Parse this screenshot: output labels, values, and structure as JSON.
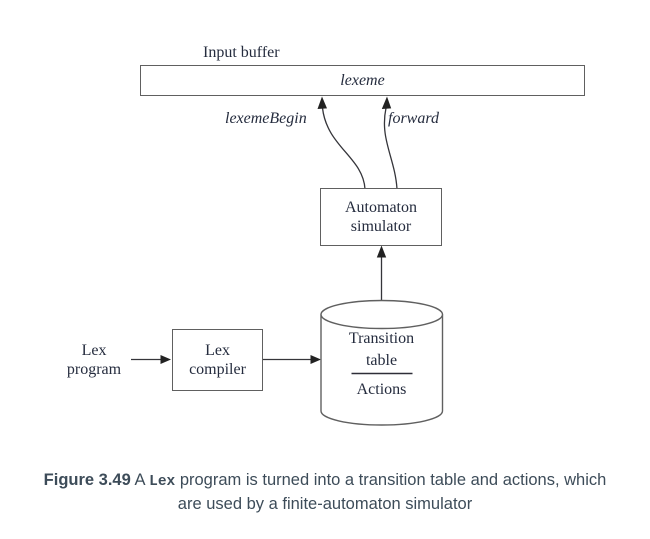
{
  "page": {
    "background_color": "#ffffff",
    "diagram_text_color": "#252c3e",
    "shape_stroke_color": "#606060",
    "arrow_color": "#35353a",
    "caption_text_color": "#3d4c59"
  },
  "diagram": {
    "input_buffer_label": "Input buffer",
    "buffer_text": "lexeme",
    "pointer_left_label": "lexemeBegin",
    "pointer_right_label": "forward",
    "automaton_box": "Automaton\nsimulator",
    "cylinder_top_text": "Transition\ntable",
    "cylinder_bottom_text": "Actions",
    "lex_program_label": "Lex\nprogram",
    "lex_compiler_box": "Lex\ncompiler"
  },
  "caption": {
    "figure_label": "Figure 3.49",
    "line1_pre": " A ",
    "line1_code": "Lex",
    "line1_rest": " program is turned into a transition table and actions, which",
    "line2": "are used by a finite-automaton simulator"
  }
}
